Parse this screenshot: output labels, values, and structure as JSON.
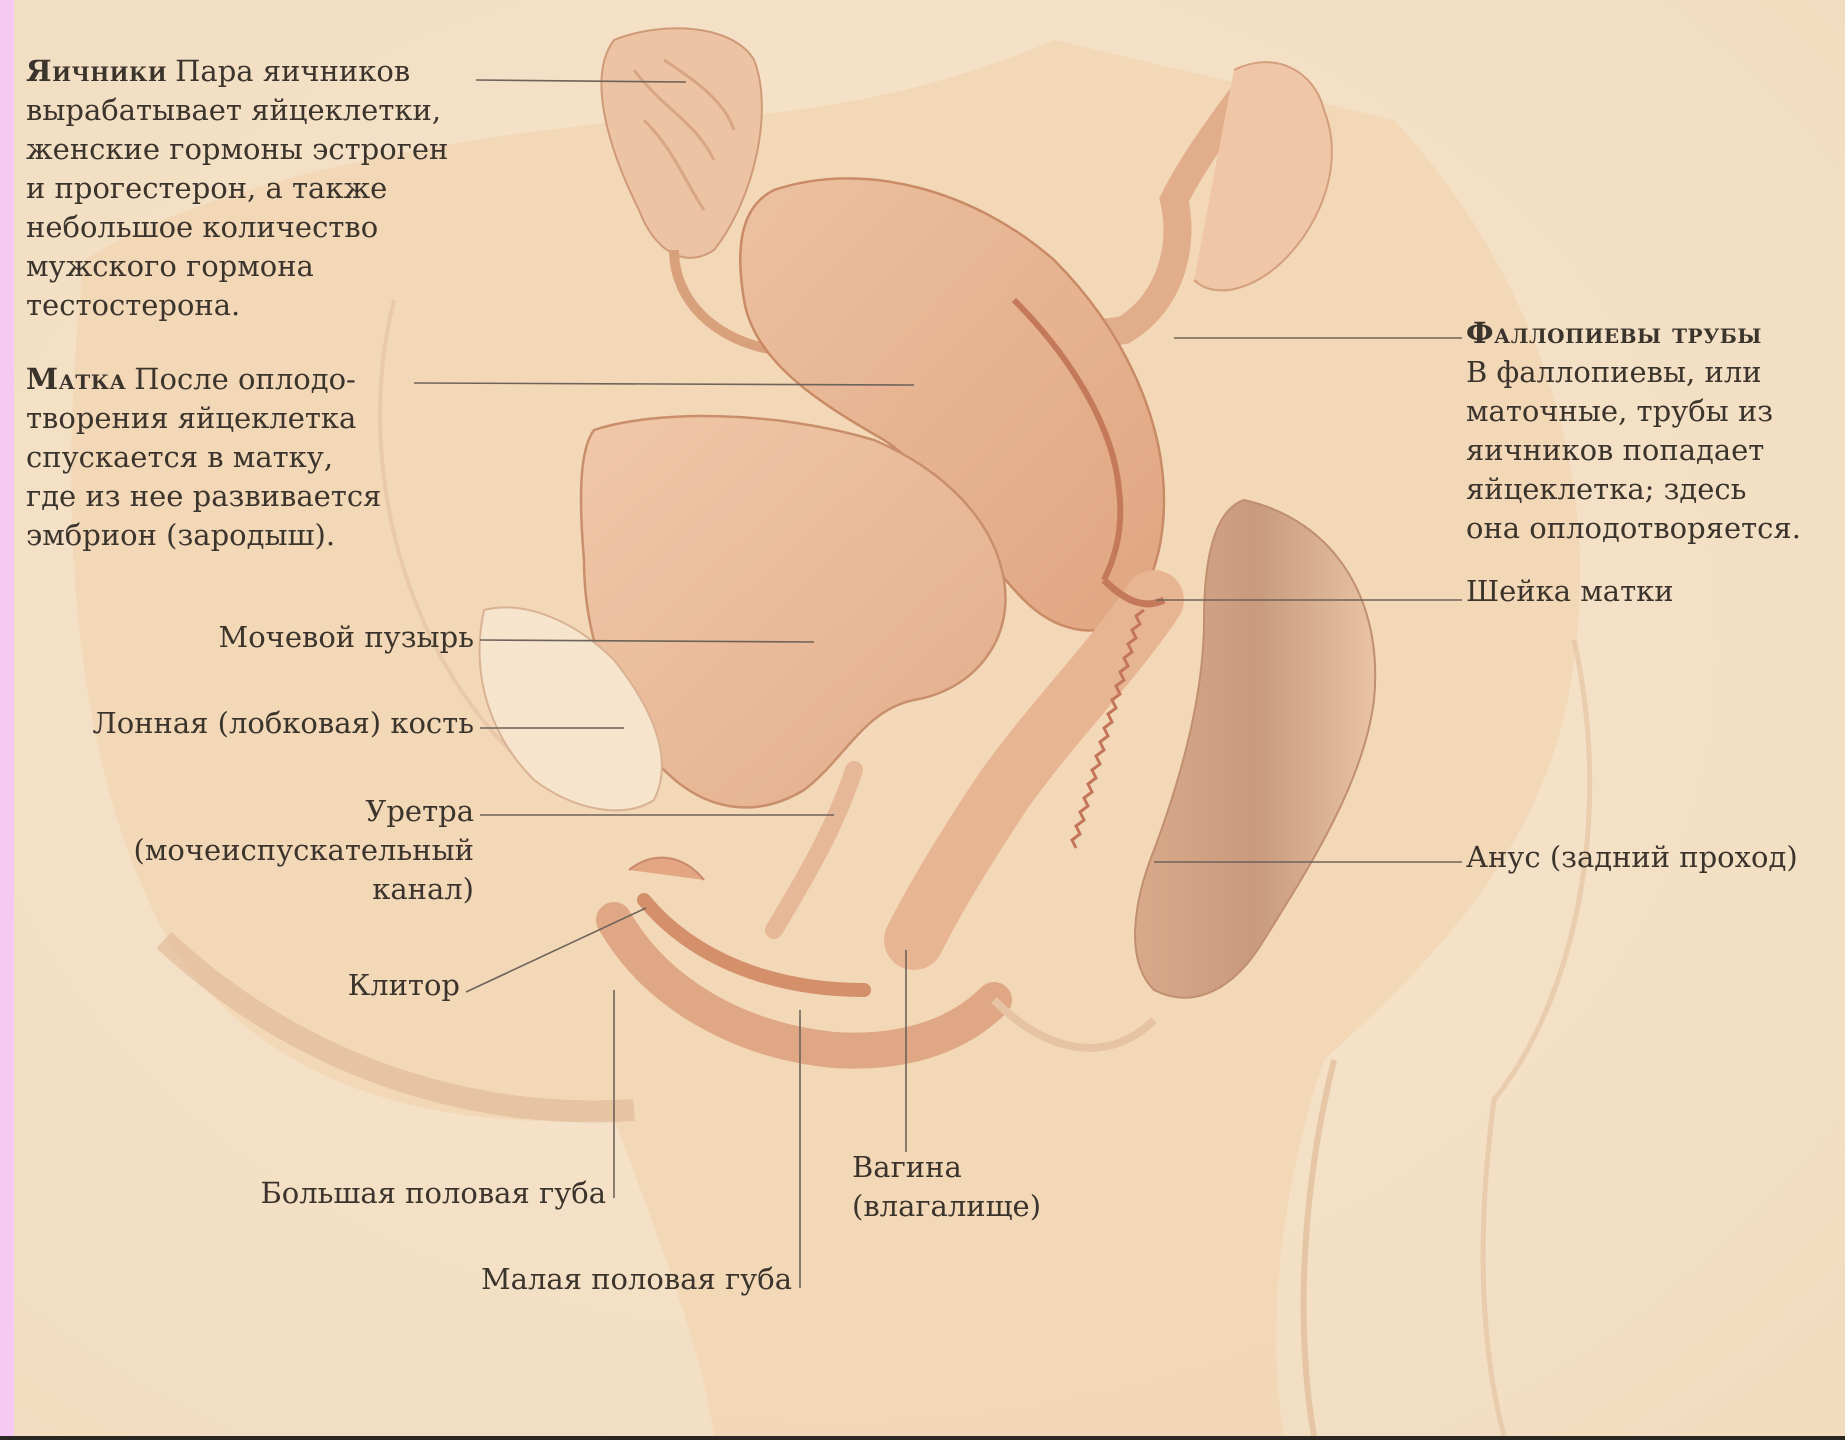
{
  "labels": {
    "ovaries": {
      "heading": "Яичники",
      "lines": [
        "Пара яичников",
        "вырабатывает яйцеклетки,",
        "женские гормоны эстроген",
        "и прогестерон, а также",
        "небольшое количество",
        "мужского гормона",
        "тестостерона."
      ]
    },
    "uterus": {
      "heading": "Матка",
      "lines": [
        "После оплодо-",
        "творения яйцеклетка",
        "спускается в матку,",
        "где из нее развивается",
        "эмбрион (зародыш)."
      ]
    },
    "fallopian": {
      "heading": "Фаллопиевы трубы",
      "lines": [
        "В фаллопиевы, или",
        "маточные, трубы из",
        "яичников попадает",
        "яйцеклетка; здесь",
        "она оплодотворяется."
      ]
    },
    "cervix": "Шейка матки",
    "bladder": "Мочевой пузырь",
    "pubic_bone": "Лонная (лобковая) кость",
    "urethra": [
      "Уретра",
      "(мочеиспускательный",
      "канал)"
    ],
    "anus": "Анус (задний проход)",
    "clitoris": "Клитор",
    "labia_majora": "Большая половая губа",
    "vagina": [
      "Вагина",
      "(влагалище)"
    ],
    "labia_minora": "Малая половая губа"
  },
  "colors": {
    "background": "#f6c9f2",
    "parchment": "#f6e3c8",
    "skin": "#f0d1ae",
    "organ": "#e9b592",
    "organ_dark": "#d8946e",
    "leader_line": "#6e635a",
    "text": "#3b342c"
  }
}
